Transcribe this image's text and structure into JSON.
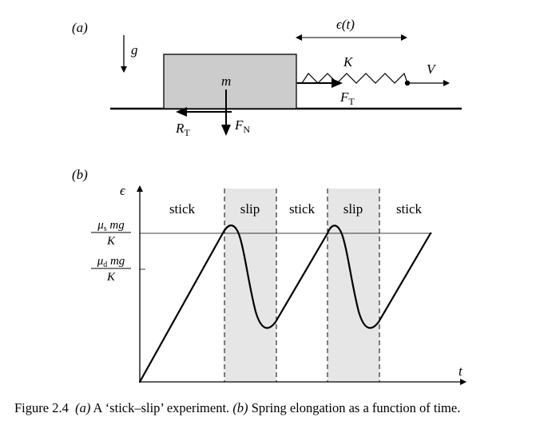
{
  "panel_a": {
    "label": "(a)",
    "gravity_label": "g",
    "mass_label": "m",
    "spring_label": "K",
    "elongation_label": "ϵ(t)",
    "velocity_label": "V",
    "tension_label": "F",
    "tension_sub": "T",
    "resistance_label": "R",
    "resistance_sub": "T",
    "normal_label": "F",
    "normal_sub": "N",
    "colors": {
      "block_fill": "#cccccc",
      "stroke": "#000000"
    }
  },
  "panel_b": {
    "label": "(b)",
    "y_axis_label": "ϵ",
    "x_axis_label": "t",
    "regions": [
      "stick",
      "slip",
      "stick",
      "slip",
      "stick"
    ],
    "static_level": {
      "mu": "μ",
      "sub": "s",
      "num_rest": " mg",
      "den": "K"
    },
    "dynamic_level": {
      "mu": "μ",
      "sub": "d",
      "num_rest": " mg",
      "den": "K"
    },
    "colors": {
      "slip_band": "#e6e6e6",
      "curve": "#000000"
    }
  },
  "caption": {
    "number": "Figure 2.4",
    "a_label": "(a)",
    "a_text": " A ‘stick–slip’ experiment. ",
    "b_label": "(b)",
    "b_text": " Spring elongation as a function of time."
  }
}
